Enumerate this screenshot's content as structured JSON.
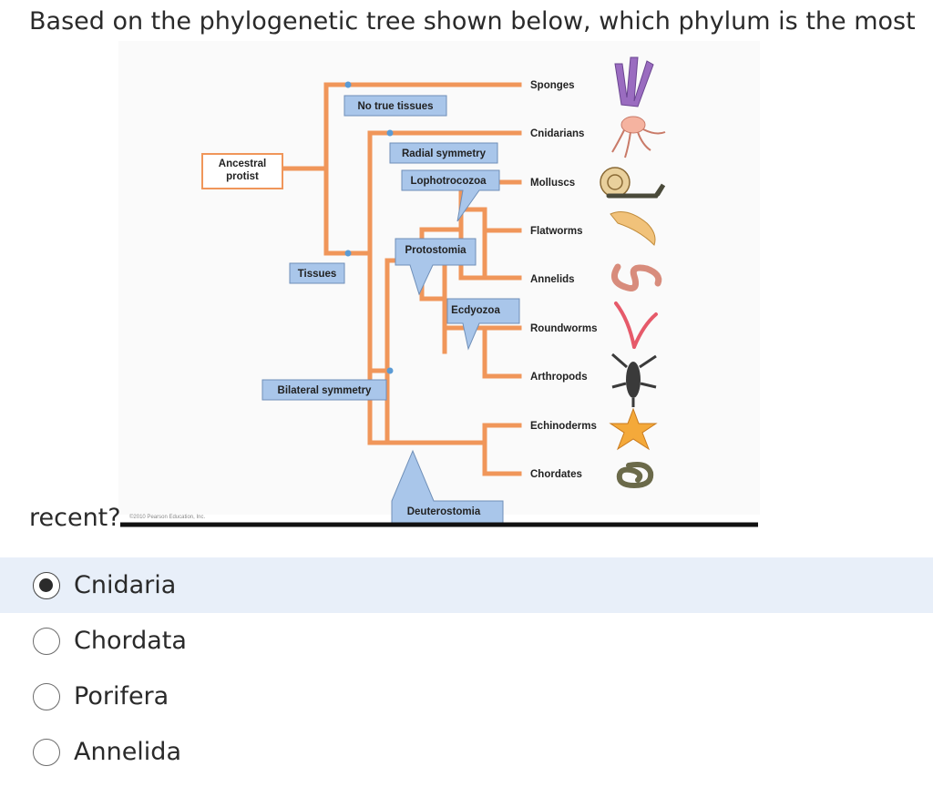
{
  "question": {
    "line1": "Based on the phylogenetic tree shown below, which phylum is the most",
    "line2": "recent?"
  },
  "figure": {
    "copyright": "©2010 Pearson Education, Inc.",
    "boxes": {
      "ancestral_protist": [
        "Ancestral",
        "protist"
      ],
      "no_true_tissues": "No true tissues",
      "radial_symmetry": "Radial symmetry",
      "lophotrocozoa": "Lophotrocozoa",
      "protostomia": "Protostomia",
      "tissues": "Tissues",
      "ecdyozoa": "Ecdyozoa",
      "bilateral_symmetry": "Bilateral symmetry",
      "deuterostomia": "Deuterostomia"
    },
    "taxa": [
      "Sponges",
      "Cnidarians",
      "Molluscs",
      "Flatworms",
      "Annelids",
      "Roundworms",
      "Arthropods",
      "Echinoderms",
      "Chordates"
    ],
    "icons": [
      "sponge-icon",
      "jellyfish-icon",
      "snail-icon",
      "flatworm-icon",
      "earthworm-icon",
      "roundworm-icon",
      "lobster-icon",
      "starfish-icon",
      "snake-icon"
    ],
    "colors": {
      "branch": "#f0965a",
      "box": "#a9c6ea",
      "node": "#5b9bd5"
    }
  },
  "options": [
    {
      "label": "Cnidaria",
      "selected": true
    },
    {
      "label": "Chordata",
      "selected": false
    },
    {
      "label": "Porifera",
      "selected": false
    },
    {
      "label": "Annelida",
      "selected": false
    }
  ]
}
